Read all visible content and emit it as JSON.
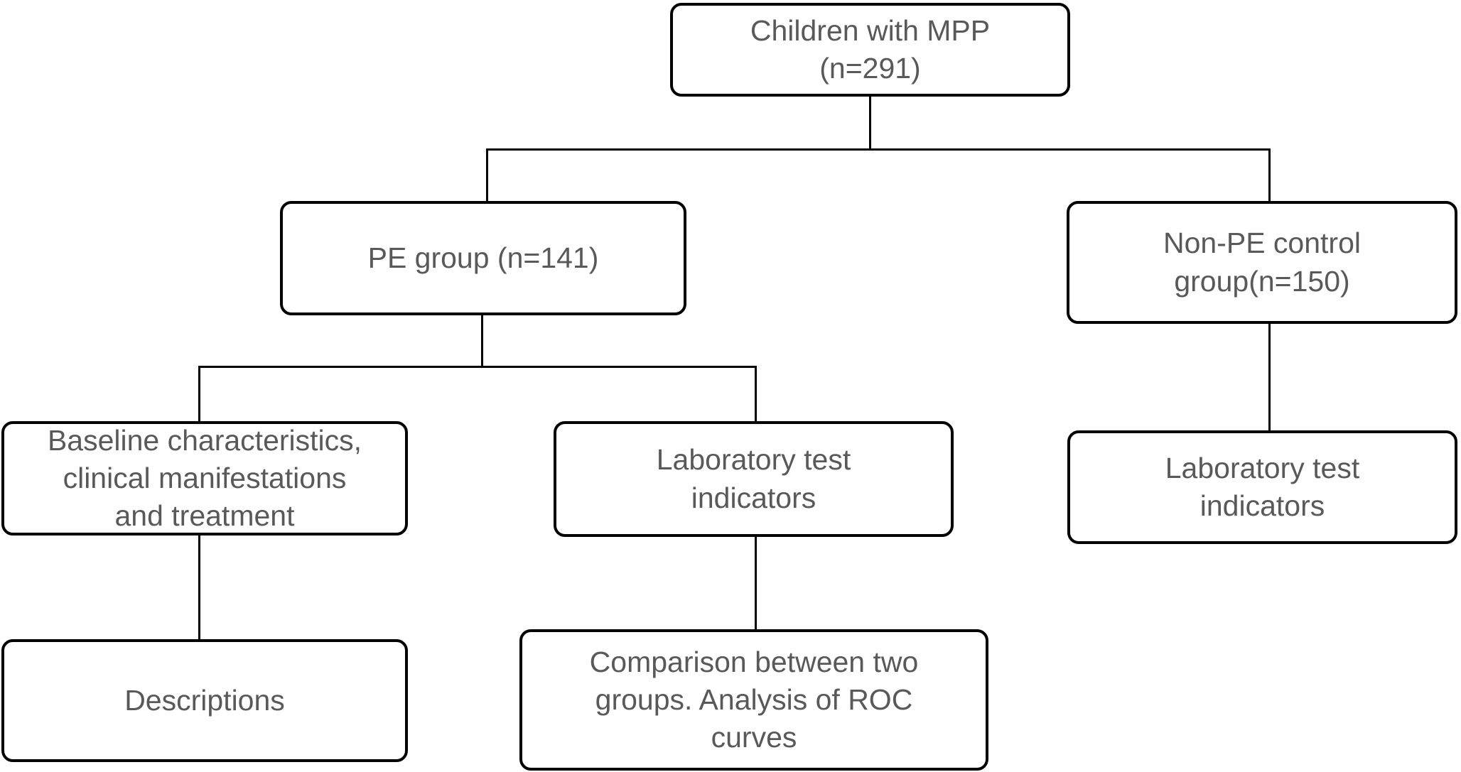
{
  "diagram": {
    "type": "flowchart",
    "background": "#ffffff",
    "colors": {
      "box_border": "#000000",
      "box_fill": "#ffffff",
      "text": "#595959",
      "connector": "#000000"
    },
    "nodes": [
      {
        "id": "children-with-mpp",
        "label": "Children with MPP\n(n=291)"
      },
      {
        "id": "pe-group",
        "label": "PE group (n=141)"
      },
      {
        "id": "non-pe-control-group",
        "label": "Non-PE control\ngroup(n=150)"
      },
      {
        "id": "baseline-characteristics",
        "label": "Baseline characteristics,\nclinical manifestations\nand treatment"
      },
      {
        "id": "laboratory-test-indicators-pe",
        "label": "Laboratory test\nindicators"
      },
      {
        "id": "laboratory-test-indicators-non-pe",
        "label": "Laboratory test\nindicators"
      },
      {
        "id": "descriptions",
        "label": "Descriptions"
      },
      {
        "id": "comparison-roc",
        "label": "Comparison between two\ngroups. Analysis of ROC\ncurves"
      }
    ],
    "edges": [
      {
        "from": "children-with-mpp",
        "to": "pe-group"
      },
      {
        "from": "children-with-mpp",
        "to": "non-pe-control-group"
      },
      {
        "from": "pe-group",
        "to": "baseline-characteristics"
      },
      {
        "from": "pe-group",
        "to": "laboratory-test-indicators-pe"
      },
      {
        "from": "non-pe-control-group",
        "to": "laboratory-test-indicators-non-pe"
      },
      {
        "from": "baseline-characteristics",
        "to": "descriptions"
      },
      {
        "from": "laboratory-test-indicators-pe",
        "to": "comparison-roc"
      }
    ]
  }
}
